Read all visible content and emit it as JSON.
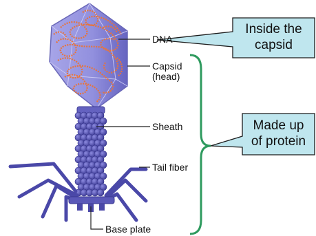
{
  "labels": {
    "dna": "DNA",
    "capsid_line1": "Capsid",
    "capsid_line2": "(head)",
    "sheath": "Sheath",
    "tail_fiber": "Tail fiber",
    "base_plate": "Base plate"
  },
  "callouts": {
    "inside": {
      "line1": "Inside the",
      "line2": "capsid"
    },
    "protein": {
      "line1": "Made up",
      "line2": "of protein"
    }
  },
  "colors": {
    "callout_fill": "#bfe6ee",
    "callout_border": "#1c1c1c",
    "bracket": "#2e9a5e",
    "capsid": "#9a98e0",
    "dna": "#e8743a",
    "tail": "#4a48a8"
  }
}
